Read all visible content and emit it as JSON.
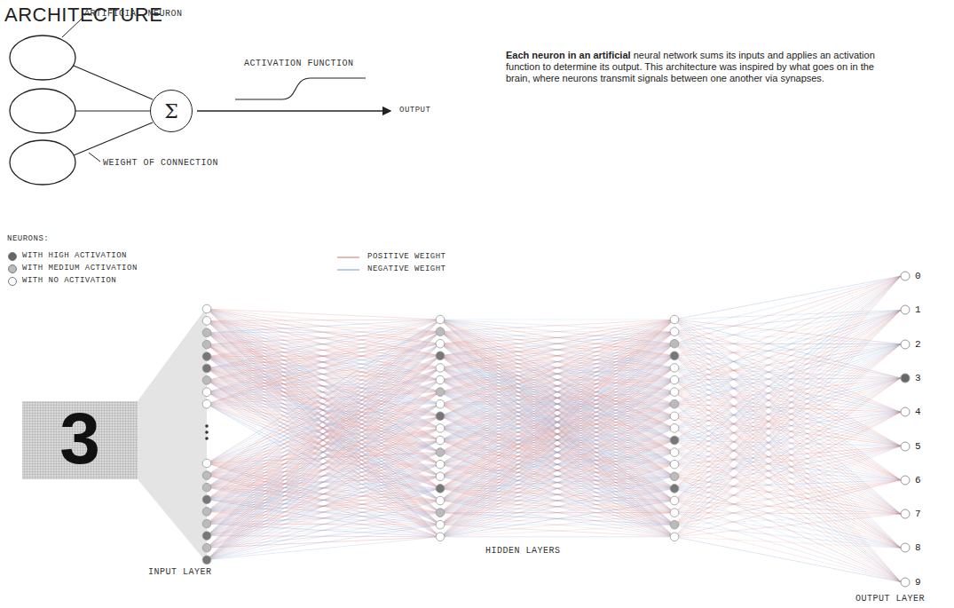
{
  "diagram": {
    "title": "ARCHITECTURE",
    "nodes": [
      {
        "text": [
          "Σ"
        ]
      },
      {
        "text": [
          "0"
        ]
      },
      {
        "text": [
          "1"
        ]
      },
      {
        "text": [
          "2"
        ]
      },
      {
        "text": [
          "3"
        ]
      },
      {
        "text": [
          "4"
        ]
      },
      {
        "text": [
          "5"
        ]
      },
      {
        "text": [
          "6"
        ]
      },
      {
        "text": [
          "7"
        ]
      },
      {
        "text": [
          "8"
        ]
      },
      {
        "text": [
          "9"
        ]
      }
    ],
    "labels": [
      "ARTIFICIAL NEURON",
      "ACTIVATION FUNCTION",
      "OUTPUT",
      "WEIGHT OF CONNECTION",
      "Each neuron in an artificial",
      "neural network sums its inputs and applies an activation function to determine its output. This architecture was inspired by what goes on in the brain, where neurons transmit signals between one another via synapses.",
      "NEURONS:",
      "3",
      "INPUT LAYER",
      "HIDDEN LAYERS",
      "OUTPUT LAYER"
    ],
    "legend": [
      {
        "text": "WITH HIGH ACTIVATION",
        "color": "#666666"
      },
      {
        "text": "WITH MEDIUM ACTIVATION",
        "color": "#bbbbbb"
      },
      {
        "text": "WITH NO ACTIVATION",
        "color": "#ffffff"
      },
      {
        "text": "POSITIVE WEIGHT"
      },
      {
        "text": "NEGATIVE WEIGHT"
      }
    ]
  }
}
